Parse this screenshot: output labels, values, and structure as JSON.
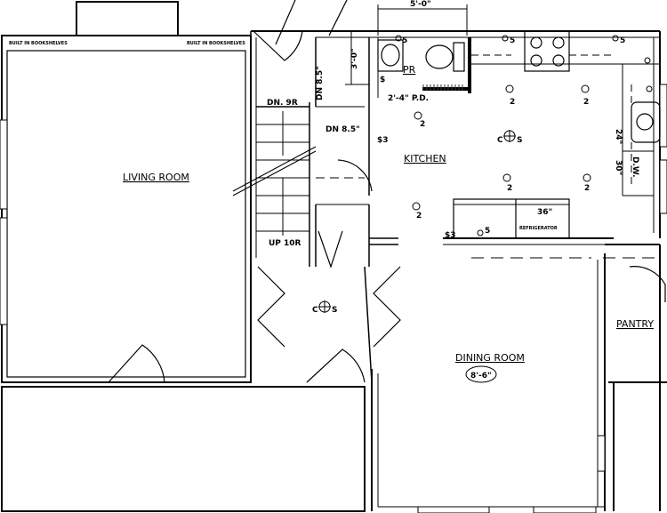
{
  "colors": {
    "ink": "#000000",
    "paper": "#ffffff",
    "counter_hatch": "#333333"
  },
  "rooms": {
    "living": "LIVING ROOM",
    "kitchen": "KITCHEN",
    "dining": "DINING ROOM",
    "pantry": "PANTRY",
    "powder": "PR"
  },
  "notes": {
    "bookshelf_left": "BUILT IN BOOKSHELVES",
    "bookshelf_right": "BUILT IN BOOKSHELVES",
    "top_dimension": "5'-0\"",
    "vertical_dimension": "3'-0\"",
    "stair_down": "DN. 9R",
    "stair_up": "UP 10R",
    "down_clear_1": "DN 8.5\"",
    "down_clear_2": "DN 8.5\"",
    "pocket_door": "2'-4\" P.D.",
    "refrigerator": "REFRIGERATOR",
    "fridge_width": "36\"",
    "counter_24": "24\"",
    "counter_30": "30\"",
    "dishwasher": "D.W.",
    "ceiling_height": "8'-6\"",
    "switch_3way_1": "$3",
    "switch_3way_2": "$3",
    "switch": "$",
    "light_number": "2",
    "ceiling_fan_c": "C",
    "ceiling_fan_s": "S",
    "outlet_label": "5"
  }
}
